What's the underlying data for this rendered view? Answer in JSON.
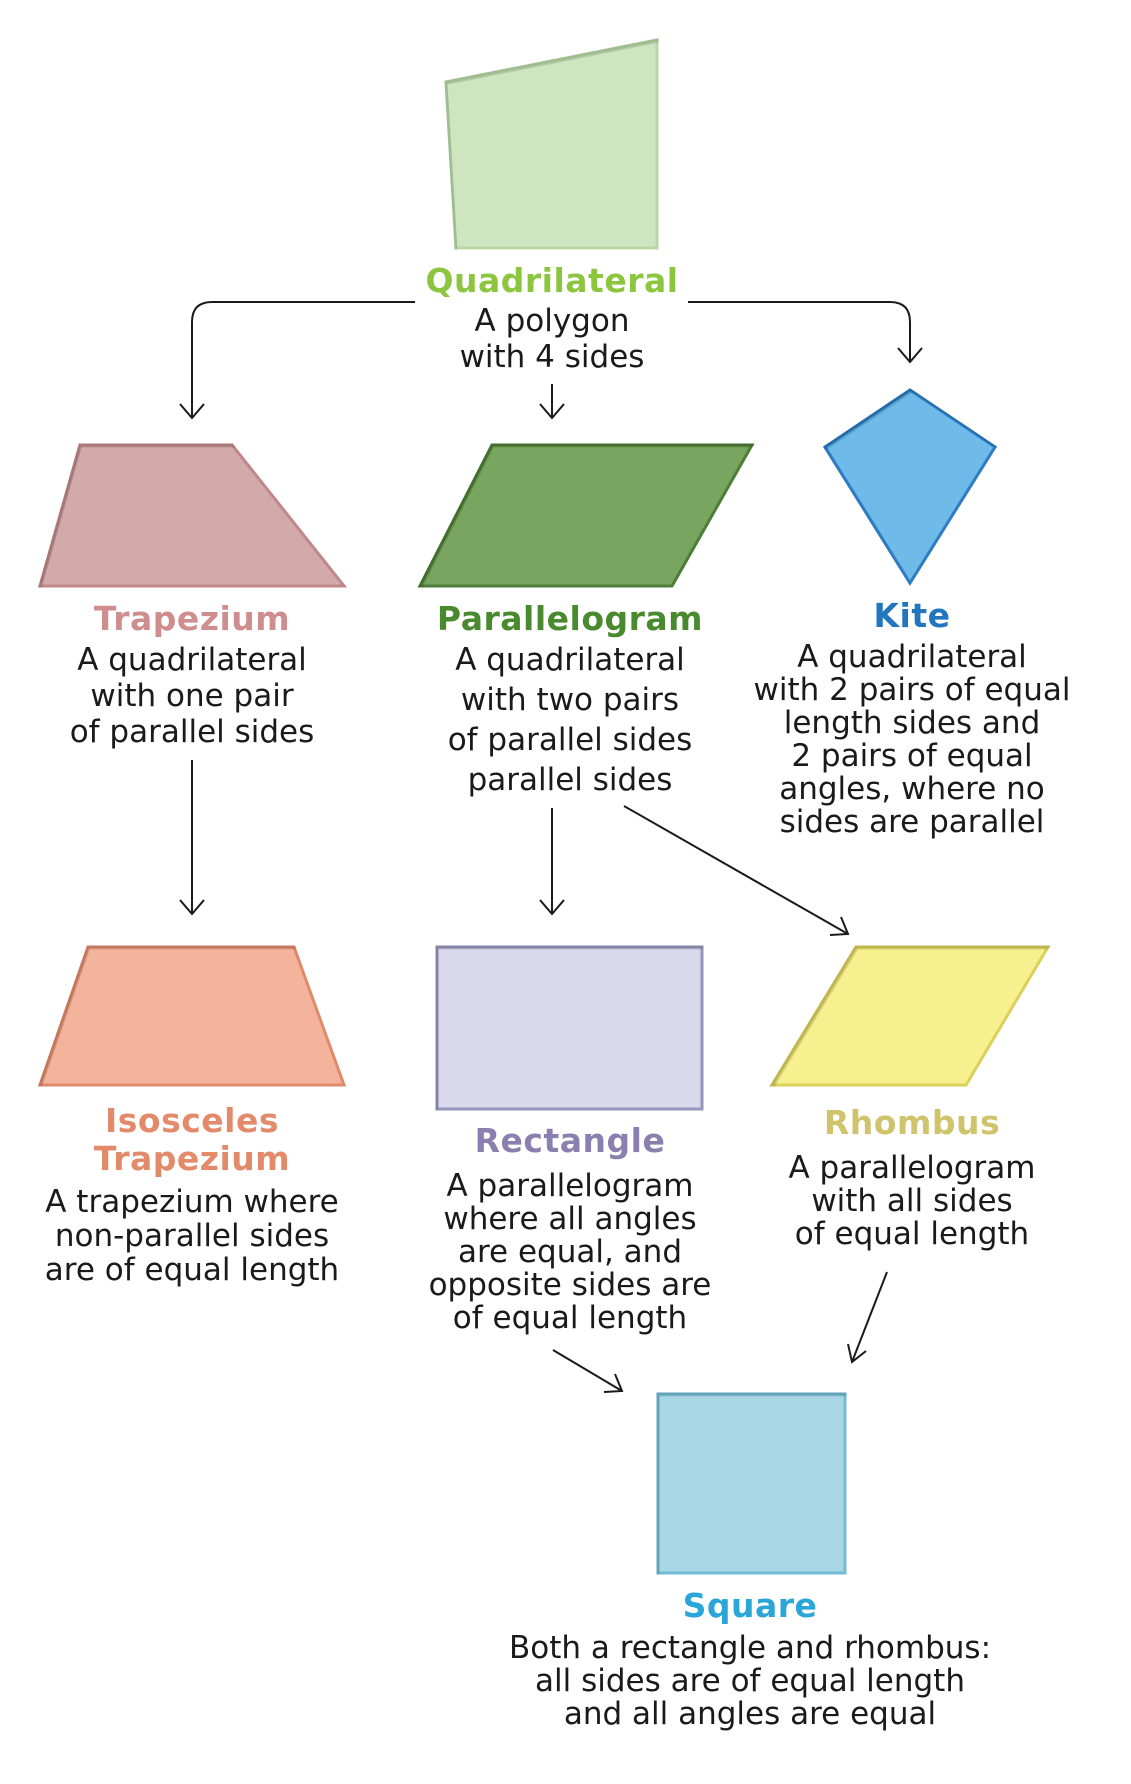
{
  "colors": {
    "quadrilateral": "#8cc63f",
    "trapezium": "#cf8e8e",
    "parallelogram": "#4a8a2e",
    "kite": "#2176bd",
    "isosceles_trapezium": "#e38a6a",
    "rectangle": "#8a80b0",
    "rhombus": "#cfc36c",
    "square": "#2aa6d9",
    "arrow": "#1a1a1a"
  },
  "nodes": {
    "quadrilateral": {
      "title": [
        "Quadrilateral"
      ],
      "description": [
        "A polygon",
        "with 4 sides"
      ]
    },
    "trapezium": {
      "title": [
        "Trapezium"
      ],
      "description": [
        "A quadrilateral",
        "with one pair",
        "of parallel sides"
      ]
    },
    "parallelogram": {
      "title": [
        "Parallelogram"
      ],
      "description": [
        "A quadrilateral",
        "with two pairs",
        "of parallel sides",
        "parallel sides"
      ]
    },
    "kite": {
      "title": [
        "Kite"
      ],
      "description": [
        "A quadrilateral",
        "with 2 pairs of equal",
        "length sides and",
        "2 pairs of equal",
        "angles, where no",
        "sides are parallel"
      ]
    },
    "isosceles_trapezium": {
      "title": [
        "Isosceles",
        "Trapezium"
      ],
      "description": [
        "A trapezium where",
        "non-parallel sides",
        "are of equal length"
      ]
    },
    "rectangle": {
      "title": [
        "Rectangle"
      ],
      "description": [
        "A parallelogram",
        "where all angles",
        "are equal, and",
        "opposite sides are",
        "of equal length"
      ]
    },
    "rhombus": {
      "title": [
        "Rhombus"
      ],
      "description": [
        "A parallelogram",
        "with all sides",
        "of equal length"
      ]
    },
    "square": {
      "title": [
        "Square"
      ],
      "description": [
        "Both a rectangle and rhombus:",
        "all sides are of equal length",
        "and all angles are equal"
      ]
    }
  }
}
